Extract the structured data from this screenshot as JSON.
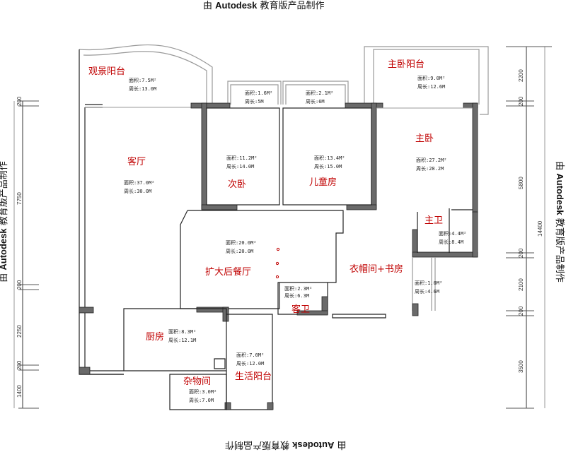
{
  "watermark": {
    "prefix": "由",
    "brand": "Autodesk",
    "suffix": "教育版产品制作"
  },
  "rooms": [
    {
      "name": "观景阳台",
      "area": "面积:7.5M²",
      "perimeter": "周长:13.0M"
    },
    {
      "name": "客厅",
      "area": "面积:37.0M²",
      "perimeter": "周长:30.0M"
    },
    {
      "name": "次卧",
      "area": "面积:11.2M²",
      "perimeter": "周长:14.0M"
    },
    {
      "name": "儿童房",
      "area": "面积:13.4M²",
      "perimeter": "周长:15.0M"
    },
    {
      "name": "主卧阳台",
      "area": "面积:9.0M²",
      "perimeter": "周长:12.6M"
    },
    {
      "name": "主卧",
      "area": "面积:27.2M²",
      "perimeter": "周长:28.2M"
    },
    {
      "name": "主卫",
      "area": "面积:4.4M²",
      "perimeter": "周长:8.4M"
    },
    {
      "name": "扩大后餐厅",
      "area": "面积:20.0M²",
      "perimeter": "周长:20.0M"
    },
    {
      "name": "客卫",
      "area": "面积:2.3M²",
      "perimeter": "周长:6.3M"
    },
    {
      "name": "衣帽间+书房",
      "area": "",
      "perimeter": ""
    },
    {
      "name": "厨房",
      "area": "面积:8.3M²",
      "perimeter": "周长:12.1M"
    },
    {
      "name": "生活阳台",
      "area": "面积:7.0M²",
      "perimeter": "周长:12.0M"
    },
    {
      "name": "杂物间",
      "area": "面积:3.0M²",
      "perimeter": "周长:7.0M"
    }
  ],
  "small_spaces": [
    {
      "area": "面积:1.6M²",
      "perimeter": "周长:5M"
    },
    {
      "area": "面积:2.1M²",
      "perimeter": "周长:6M"
    },
    {
      "area": "面积:1.0M²",
      "perimeter": "周长:4.6M"
    }
  ],
  "dimensions": {
    "left": [
      "200",
      "7750",
      "200",
      "2250",
      "200",
      "1400"
    ],
    "right": [
      "2200",
      "200",
      "5800",
      "200",
      "2100",
      "200",
      "3500"
    ],
    "right_total": "14400"
  }
}
